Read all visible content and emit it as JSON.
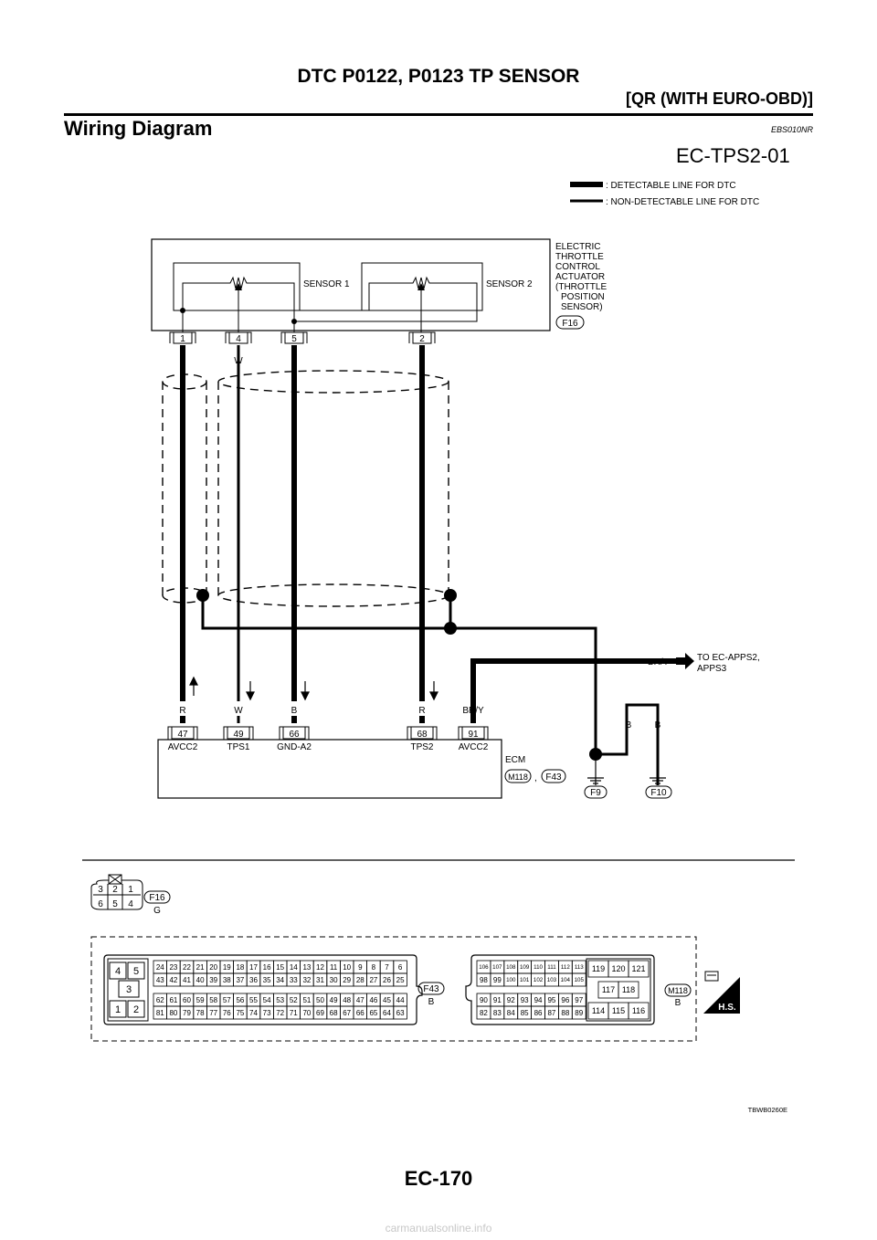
{
  "header": {
    "title": "DTC P0122, P0123 TP SENSOR",
    "subtitle": "[QR (WITH EURO-OBD)]"
  },
  "section": {
    "title": "Wiring Diagram",
    "code": "EBS010NR"
  },
  "diagram": {
    "id": "EC-TPS2-01",
    "legend": {
      "detectable": ": DETECTABLE LINE FOR DTC",
      "non_detectable": ": NON-DETECTABLE LINE FOR DTC"
    },
    "actuator": {
      "label_lines": [
        "ELECTRIC",
        "THROTTLE",
        "CONTROL",
        "ACTUATOR",
        "(THROTTLE",
        "POSITION",
        "SENSOR)"
      ],
      "connector": "F16",
      "sensor1": "SENSOR 1",
      "sensor2": "SENSOR 2",
      "pins": [
        "1",
        "4",
        "5",
        "2"
      ],
      "wire_colors": [
        "R",
        "W",
        "B",
        "R"
      ]
    },
    "ecm": {
      "label": "ECM",
      "connectors": [
        "M118",
        "F43"
      ],
      "separator": ",",
      "pins": [
        "47",
        "49",
        "66",
        "68",
        "91"
      ],
      "pin_names": [
        "AVCC2",
        "TPS1",
        "GND-A2",
        "TPS2",
        "AVCC2"
      ],
      "wire_colors": [
        "R",
        "W",
        "B",
        "R",
        "BR/Y"
      ]
    },
    "branch": {
      "wire_color": "BR/Y",
      "destination_lines": [
        "TO EC-APPS2,",
        "APPS3"
      ]
    },
    "grounds": {
      "wire_colors": [
        "B",
        "B"
      ],
      "labels": [
        "F9",
        "F10"
      ]
    }
  },
  "connectors_view": {
    "f16": {
      "label": "F16",
      "color": "G",
      "top_row": [
        "3",
        "2",
        "1"
      ],
      "bottom_row": [
        "6",
        "5",
        "4"
      ]
    },
    "f43": {
      "label": "F43",
      "color": "B",
      "left_block": [
        "4",
        "5",
        "3",
        "1",
        "2"
      ],
      "row1": [
        "24",
        "23",
        "22",
        "21",
        "20",
        "19",
        "18",
        "17",
        "16",
        "15",
        "14",
        "13",
        "12",
        "11",
        "10",
        "9",
        "8",
        "7",
        "6"
      ],
      "row2": [
        "43",
        "42",
        "41",
        "40",
        "39",
        "38",
        "37",
        "36",
        "35",
        "34",
        "33",
        "32",
        "31",
        "30",
        "29",
        "28",
        "27",
        "26",
        "25"
      ],
      "row3": [
        "62",
        "61",
        "60",
        "59",
        "58",
        "57",
        "56",
        "55",
        "54",
        "53",
        "52",
        "51",
        "50",
        "49",
        "48",
        "47",
        "46",
        "45",
        "44"
      ],
      "row4": [
        "81",
        "80",
        "79",
        "78",
        "77",
        "76",
        "75",
        "74",
        "73",
        "72",
        "71",
        "70",
        "69",
        "68",
        "67",
        "66",
        "65",
        "64",
        "63"
      ]
    },
    "m118": {
      "label": "M118",
      "color": "B",
      "row1": [
        "106",
        "107",
        "108",
        "109",
        "110",
        "111",
        "112",
        "113"
      ],
      "row2": [
        "98",
        "99",
        "100",
        "101",
        "102",
        "103",
        "104",
        "105"
      ],
      "row3": [
        "90",
        "91",
        "92",
        "93",
        "94",
        "95",
        "96",
        "97"
      ],
      "row4": [
        "82",
        "83",
        "84",
        "85",
        "86",
        "87",
        "88",
        "89"
      ],
      "right_top": [
        "119",
        "120",
        "121"
      ],
      "right_mid": [
        "117",
        "118"
      ],
      "right_bot": [
        "114",
        "115",
        "116"
      ]
    },
    "hs_badge": "H.S."
  },
  "figure_code": "TBWB0260E",
  "footer": {
    "page": "EC-170",
    "watermark": "carmanualsonline.info"
  }
}
